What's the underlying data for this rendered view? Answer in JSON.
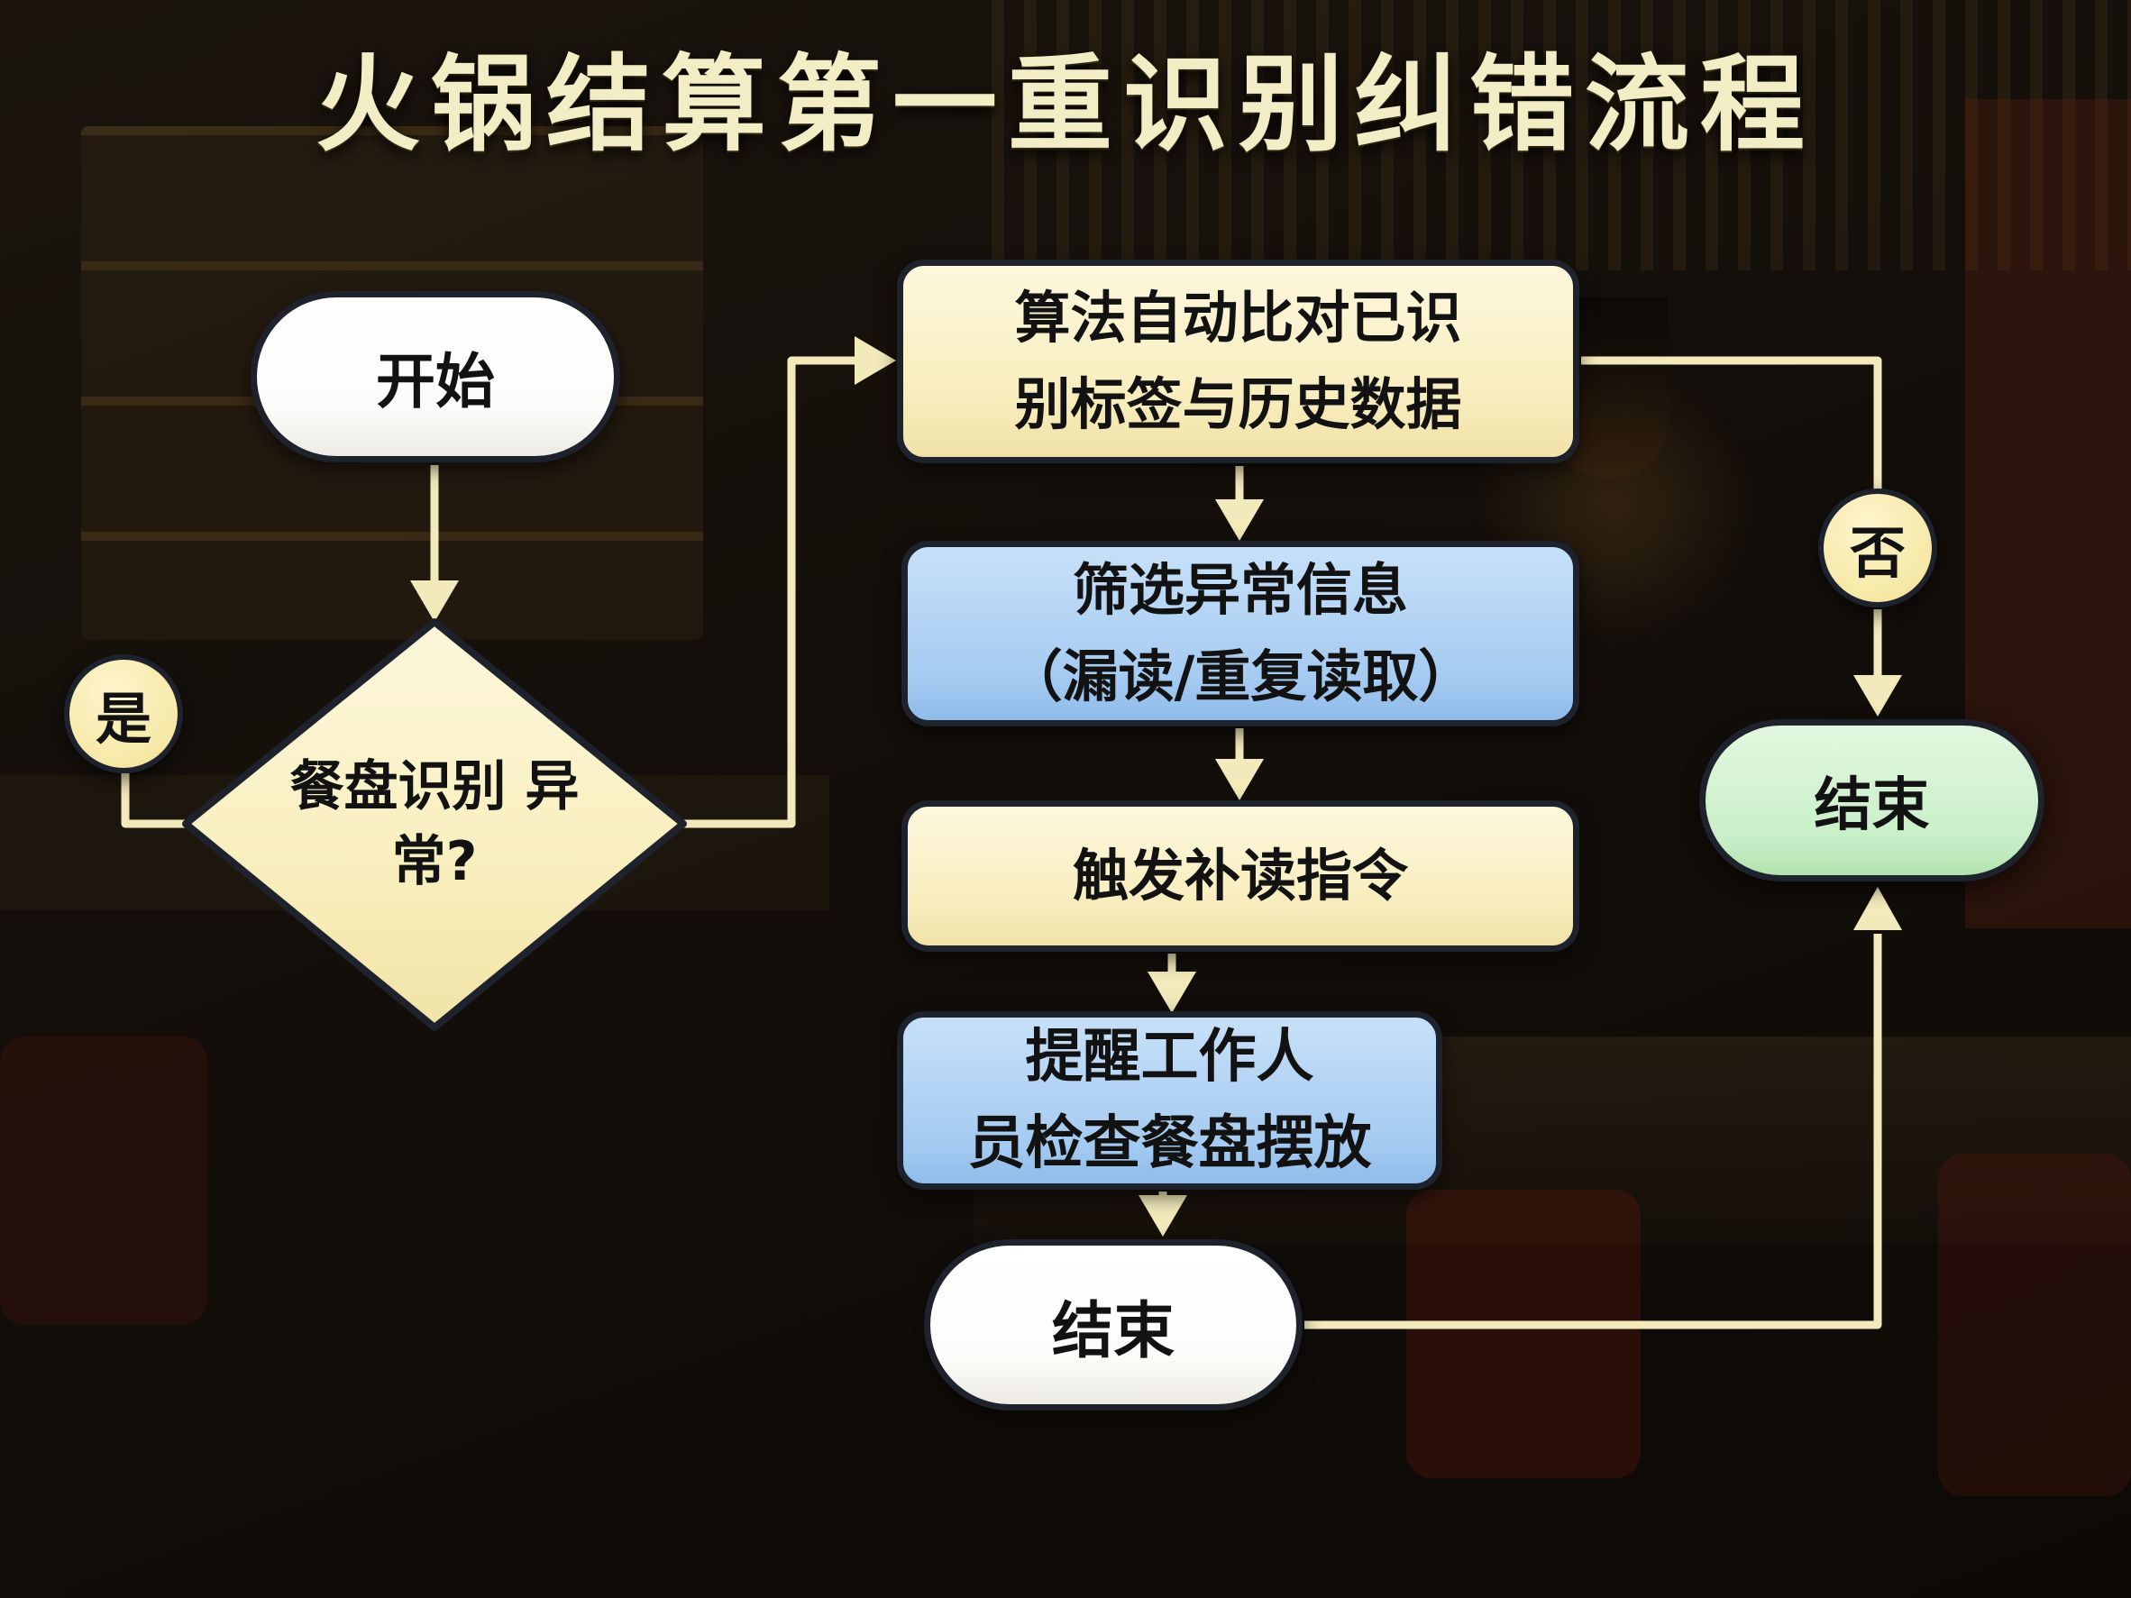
{
  "title": "火锅结算第一重识别纠错流程",
  "nodes": {
    "start": {
      "label": "开始"
    },
    "decision": {
      "line1": "餐盘识别",
      "line2": "异常?"
    },
    "yes_badge": {
      "label": "是"
    },
    "no_badge": {
      "label": "否"
    },
    "compare": {
      "line1": "算法自动比对已识",
      "line2": "别标签与历史数据"
    },
    "filter": {
      "line1": "筛选异常信息",
      "line2": "（漏读/重复读取）"
    },
    "trigger": {
      "label": "触发补读指令"
    },
    "remind": {
      "line1": "提醒工作人",
      "line2": "员检查餐盘摆放"
    },
    "end_main": {
      "label": "结束"
    },
    "end_right": {
      "label": "结束"
    }
  },
  "colors": {
    "bg": "#140f0a",
    "line": "#f3eabc",
    "cream": "#f9efc2",
    "cream_light": "#fdf7dc",
    "blue": "#a5cbf1",
    "blue_light": "#c7e0f8",
    "green": "#c9efc8",
    "green_light": "#e2f7e0",
    "white": "#fcfcfb",
    "border": "#1e222c",
    "text": "#121212",
    "title": "#f3edc6"
  }
}
